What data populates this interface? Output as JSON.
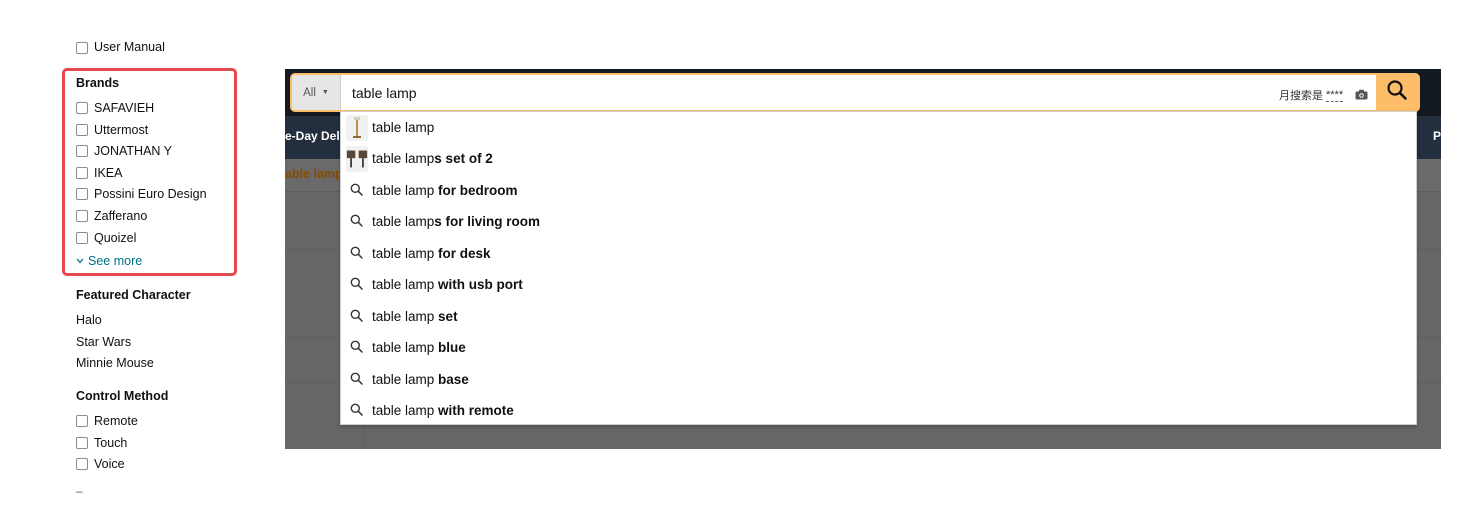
{
  "sidebar": {
    "clipped_item": "User Manual",
    "brands": {
      "title": "Brands",
      "items": [
        "SAFAVIEH",
        "Uttermost",
        "JONATHAN Y",
        "IKEA",
        "Possini Euro Design",
        "Zafferano",
        "Quoizel"
      ],
      "see_more": "See more"
    },
    "featured_character": {
      "title": "Featured Character",
      "items": [
        "Halo",
        "Star Wars",
        "Minnie Mouse"
      ]
    },
    "control_method": {
      "title": "Control Method",
      "items": [
        "Remote",
        "Touch",
        "Voice"
      ]
    },
    "trailing_dash": "–"
  },
  "header": {
    "subnav_left_fragment": "e-Day Deli",
    "subnav_right_fragment": "Pl",
    "crumb_fragment": "able lamp"
  },
  "search": {
    "department": "All",
    "value": "table lamp",
    "monthly_label": "月搜索是",
    "monthly_value": "****"
  },
  "suggestions": [
    {
      "prefix": "table lamp",
      "bold": "",
      "icon": "table-lamp-thumbnail"
    },
    {
      "prefix": "table lamp",
      "bold": "s set of 2",
      "icon": "lamp-set-thumbnail"
    },
    {
      "prefix": "table lamp ",
      "bold": "for bedroom",
      "icon": "search-icon"
    },
    {
      "prefix": "table lamp",
      "bold": "s for living room",
      "icon": "search-icon"
    },
    {
      "prefix": "table lamp ",
      "bold": "for desk",
      "icon": "search-icon"
    },
    {
      "prefix": "table lamp ",
      "bold": "with usb port",
      "icon": "search-icon"
    },
    {
      "prefix": "table lamp ",
      "bold": "set",
      "icon": "search-icon"
    },
    {
      "prefix": "table lamp ",
      "bold": "blue",
      "icon": "search-icon"
    },
    {
      "prefix": "table lamp ",
      "bold": "base",
      "icon": "search-icon"
    },
    {
      "prefix": "table lamp ",
      "bold": "with remote",
      "icon": "search-icon"
    }
  ],
  "colors": {
    "highlight_border": "#e5484d",
    "search_accent": "#febd69",
    "link": "#007185",
    "nav_dark": "#131921"
  }
}
